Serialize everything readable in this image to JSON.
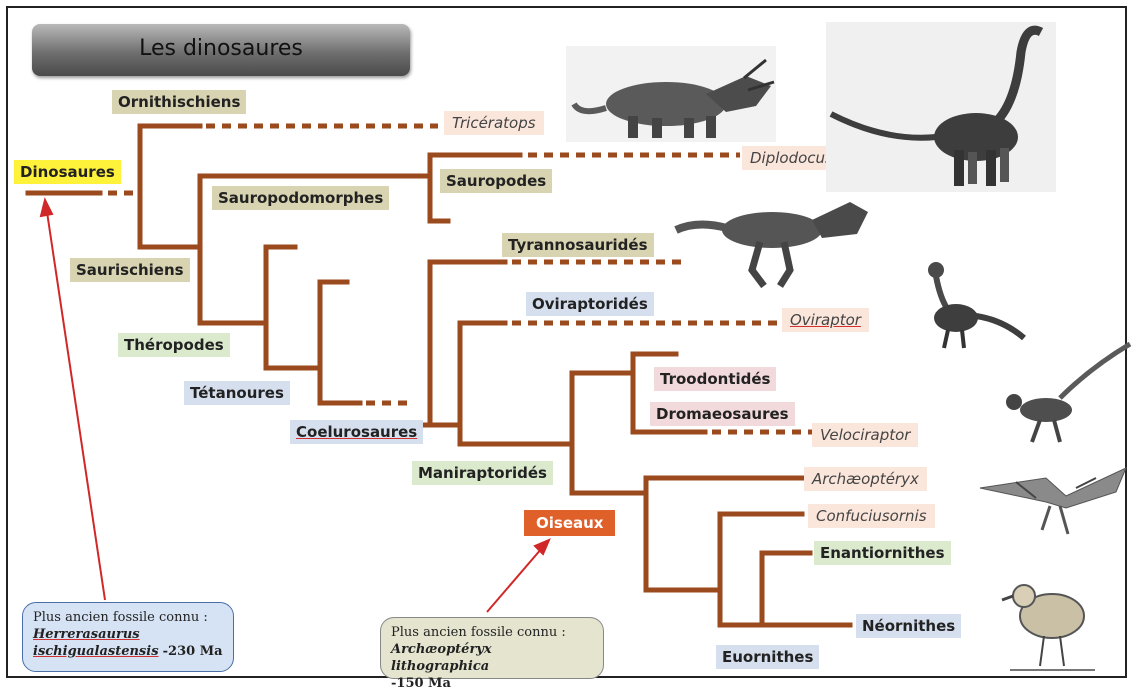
{
  "title": "Les dinosaures",
  "clades": {
    "dinosaures": "Dinosaures",
    "ornithischiens": "Ornithischiens",
    "saurischiens": "Saurischiens",
    "sauropodomorphes": "Sauropodomorphes",
    "sauropodes": "Sauropodes",
    "theropodes": "Théropodes",
    "tetanoures": "Tétanoures",
    "coelurosaures": "Coelurosaures",
    "tyrannosaurides": "Tyrannosauridés",
    "oviraptorides": "Oviraptoridés",
    "maniraptorides": "Maniraptoridés",
    "troodontides": "Troodontidés",
    "dromaeosaures": "Dromaeosaures",
    "oiseaux": "Oiseaux",
    "enantiornithes": "Enantiornithes",
    "neornithes": "Néornithes",
    "euornithes": "Euornithes"
  },
  "genera": {
    "triceratops": "Tricératops",
    "diplodocus": "Diplodocus",
    "oviraptor": "Oviraptor",
    "velociraptor": "Velociraptor",
    "archaeopteryx": "Archæoptéryx",
    "confuciusornis": "Confuciusornis"
  },
  "fossil_left": {
    "intro": "Plus ancien fossile connu :",
    "species_line1": "Herrerasaurus",
    "species_line2": "ischigualastensis",
    "age": "-230 Ma"
  },
  "fossil_right": {
    "intro": "Plus ancien fossile connu :",
    "species": "Archæoptéryx lithographica",
    "age": "-150 Ma"
  },
  "colors": {
    "branch": "#9a4a1c",
    "arrow": "#d02828"
  },
  "images": [
    "triceratops-image",
    "diplodocus-image",
    "tyrannosaurus-image",
    "oviraptor-image",
    "velociraptor-image",
    "archaeopteryx-image",
    "bird-image"
  ]
}
